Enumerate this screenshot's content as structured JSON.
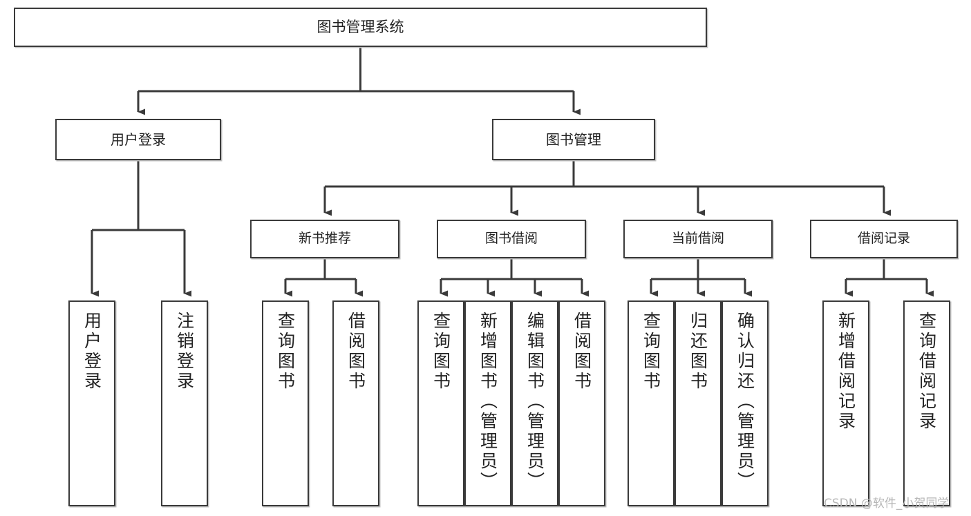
{
  "diagram": {
    "type": "tree-hierarchy-chart",
    "title": "图书管理系统",
    "colors": {
      "background": "#ffffff",
      "box_border": "#3a3a3a",
      "box_fill": "#ffffff",
      "box_shadow": "#bfbfbf",
      "connector": "#3a3a3a",
      "text": "#222222",
      "watermark": "#b7b7b7"
    },
    "root": {
      "label": "图书管理系统"
    },
    "level1": [
      {
        "label": "用户登录"
      },
      {
        "label": "图书管理"
      }
    ],
    "level2": [
      {
        "label": "新书推荐"
      },
      {
        "label": "图书借阅"
      },
      {
        "label": "当前借阅"
      },
      {
        "label": "借阅记录"
      }
    ],
    "leaves": {
      "user_login": [
        {
          "label": "用户登录"
        },
        {
          "label": "注销登录"
        }
      ],
      "new_recommend": [
        {
          "label": "查询图书"
        },
        {
          "label": "借阅图书"
        }
      ],
      "book_borrow": [
        {
          "label": "查询图书"
        },
        {
          "label": "新增图书（管理员）"
        },
        {
          "label": "编辑图书（管理员）"
        },
        {
          "label": "借阅图书"
        }
      ],
      "current_borrow": [
        {
          "label": "查询图书"
        },
        {
          "label": "归还图书"
        },
        {
          "label": "确认归还（管理员）"
        }
      ],
      "borrow_record": [
        {
          "label": "新增借阅记录"
        },
        {
          "label": "查询借阅记录"
        }
      ]
    },
    "watermark": "CSDN @软件_小贺同学"
  }
}
